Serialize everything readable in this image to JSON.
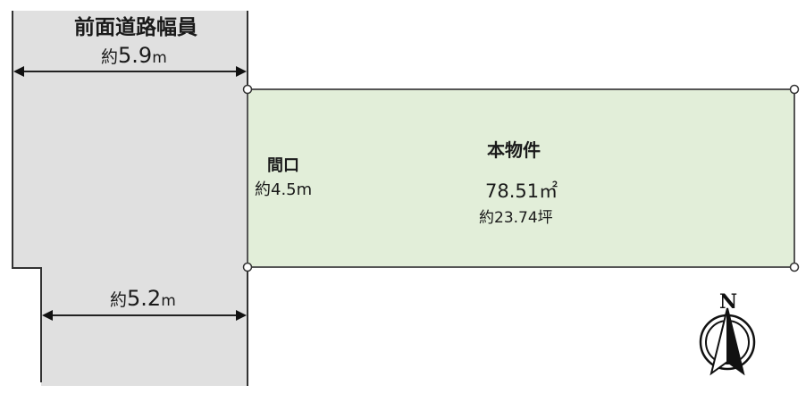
{
  "road": {
    "title": "前面道路幅員",
    "width_top": {
      "prefix": "約",
      "value": "5.9",
      "unit": "m"
    },
    "width_bottom": {
      "prefix": "約",
      "value": "5.2",
      "unit": "m"
    },
    "fill_color": "#e0e0e0"
  },
  "property": {
    "title": "本物件",
    "area_sqm": "78.51㎡",
    "area_tsubo": "約23.74坪",
    "fill_color": "#e2eed9"
  },
  "frontage": {
    "label": "間口",
    "value": "約4.5m"
  },
  "compass": {
    "letter": "N"
  }
}
